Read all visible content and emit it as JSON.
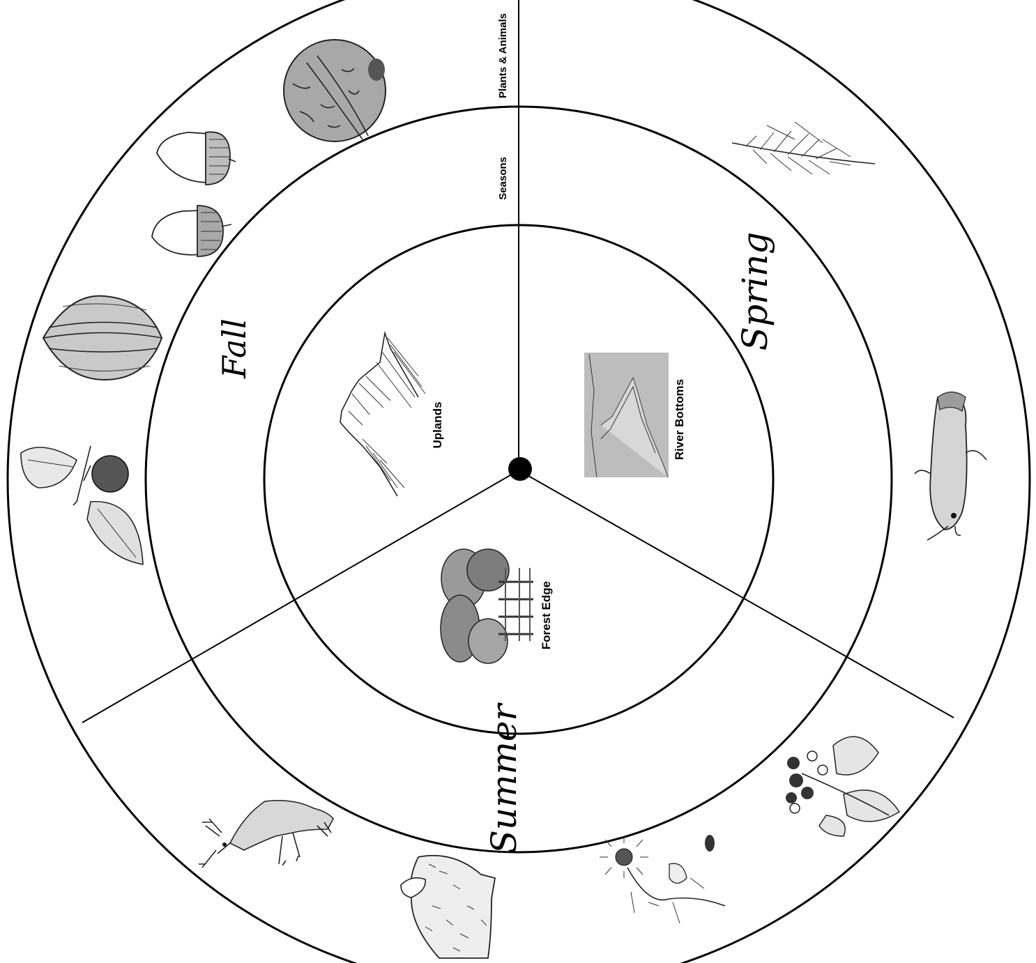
{
  "rings": {
    "outer_label": "Plants & Animals",
    "middle_label": "Seasons"
  },
  "seasons": [
    "Fall",
    "Spring",
    "Summer"
  ],
  "habitats": [
    "Uplands",
    "River Bottoms",
    "Forest Edge"
  ],
  "illustrations": {
    "fall": [
      "black-walnut-icon",
      "acorn-icon",
      "acorn-icon",
      "hickory-nut-icon",
      "persimmon-icon"
    ],
    "spring": [
      "willow-branch-icon",
      "catfish-icon"
    ],
    "summer": [
      "blackberry-icon",
      "sunflower-icon",
      "beaver-icon",
      "deer-icon"
    ],
    "habitat": [
      "upland-ridge-icon",
      "river-map-icon",
      "forest-edge-icon"
    ]
  },
  "colors": {
    "line": "#000000",
    "background": "#ffffff",
    "shade": "#bdbdbd"
  }
}
